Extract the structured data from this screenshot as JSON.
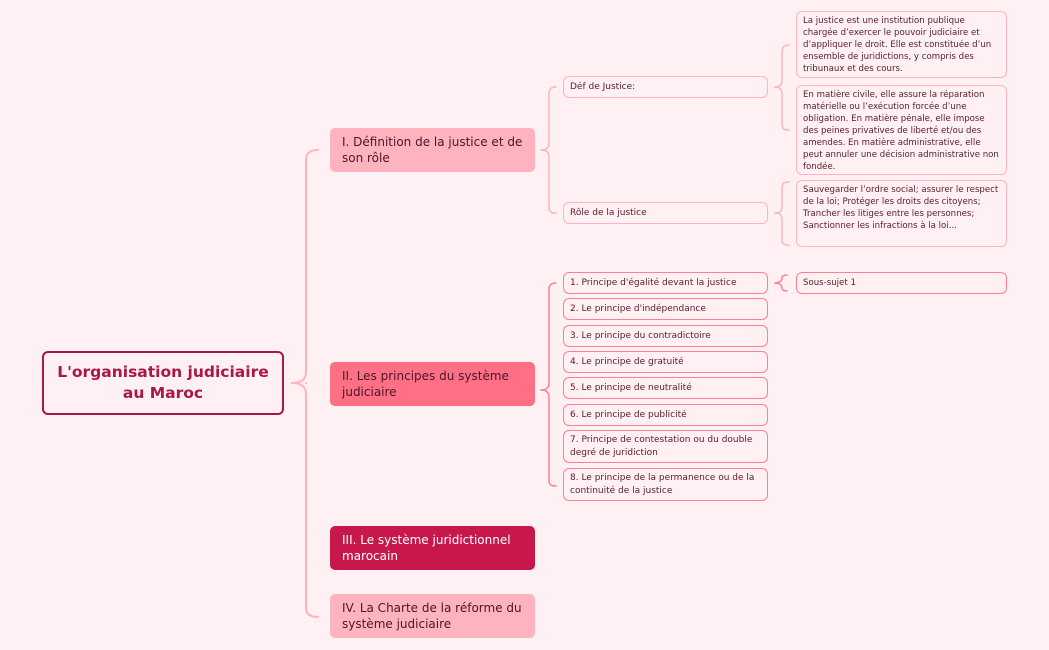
{
  "colors": {
    "background": "#fff0f3",
    "root_border": "#a8164a",
    "branch_1": "#ffb3be",
    "branch_2": "#ff6f86",
    "branch_3": "#c8174a",
    "branch_4": "#ffb3be",
    "connector_soft": "#ffb3be",
    "connector_strong": "#ff7f94"
  },
  "mindmap": {
    "root": {
      "label": "L'organisation judiciaire au Maroc"
    },
    "branches": [
      {
        "label": "I. Définition de la justice et de son rôle",
        "children": [
          {
            "label": "Déf de Justice:",
            "children": [
              {
                "label": "La justice est une institution publique chargée d’exercer le pouvoir judiciaire et d’appliquer le droit. Elle est constituée d’un ensemble de juridictions, y compris des tribunaux et des cours."
              },
              {
                "label": "En matière civile, elle assure la réparation matérielle ou l’exécution forcée d’une obligation. En matière pénale, elle impose des peines privatives de liberté et/ou des amendes. En matière administrative, elle peut annuler une décision administrative non fondée."
              }
            ]
          },
          {
            "label": "Rôle de la justice",
            "children": [
              {
                "label": "Sauvegarder l’ordre social; assurer le respect de la loi; Protéger les droits des citoyens; Trancher les litiges entre les personnes; Sanctionner les infractions à la loi..."
              }
            ]
          }
        ]
      },
      {
        "label": "II. Les principes du système judiciaire",
        "children": [
          {
            "label": "1. Principe d'égalité devant la justice",
            "children": [
              {
                "label": "Sous-sujet 1"
              }
            ]
          },
          {
            "label": "2. Le principe d'indépendance"
          },
          {
            "label": "3. Le principe du contradictoire"
          },
          {
            "label": "4. Le principe de gratuité"
          },
          {
            "label": "5. Le principe de neutralité"
          },
          {
            "label": "6. Le principe de publicité"
          },
          {
            "label": "7. Principe de contestation ou du double degré de juridiction"
          },
          {
            "label": "8. Le principe de la permanence ou de la continuité de la justice"
          }
        ]
      },
      {
        "label": "III. Le système juridictionnel marocain"
      },
      {
        "label": "IV. La Charte de la réforme du système judiciaire"
      }
    ]
  }
}
